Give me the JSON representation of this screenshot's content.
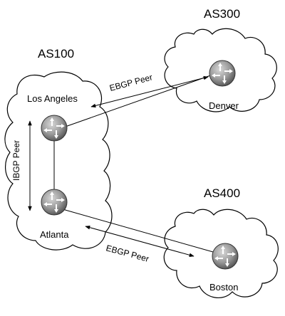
{
  "autonomous_systems": [
    {
      "label": "AS100"
    },
    {
      "label": "AS300"
    },
    {
      "label": "AS400"
    }
  ],
  "routers": [
    {
      "name": "Los Angeles"
    },
    {
      "name": "Atlanta"
    },
    {
      "name": "Denver"
    },
    {
      "name": "Boston"
    }
  ],
  "links": {
    "ebgp_denver": "EBGP Peer",
    "ebgp_boston": "EBGP Peer",
    "ibgp": "IBGP Peer"
  }
}
